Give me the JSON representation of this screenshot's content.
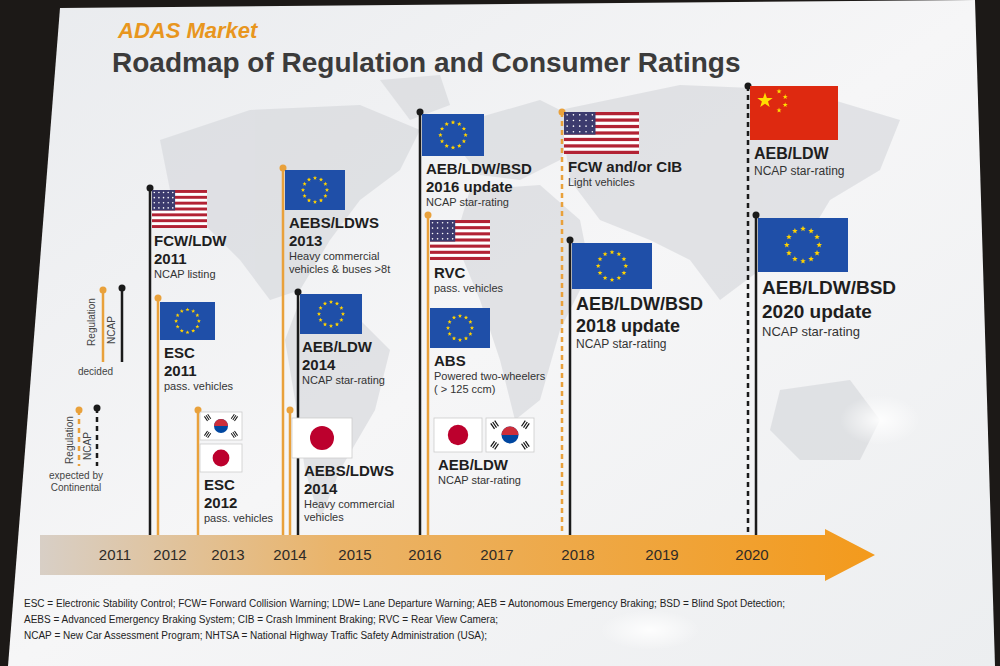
{
  "diagram": {
    "title": "Roadmap of Regulation and Consumer Ratings",
    "nodes": [
      {
        "text": [
          "2011",
          "2012",
          "2013",
          "2014",
          "2015",
          "2016",
          "2017",
          "2018",
          "2019",
          "2020"
        ]
      }
    ],
    "labels": [
      "ADAS Market",
      "FCW/LDW",
      "2011",
      "NCAP listing",
      "ESC",
      "2011",
      "pass. vehicles",
      "ESC",
      "2012",
      "pass. vehicles",
      "AEBS/LDWS",
      "2013",
      "Heavy commercial vehicles & buses >8t",
      "AEB/LDW",
      "2014",
      "NCAP star-rating",
      "AEBS/LDWS",
      "2014",
      "Heavy commercial vehicles",
      "AEB/LDW/BSD",
      "2016 update",
      "NCAP star-rating",
      "RVC",
      "pass. vehicles",
      "ABS",
      "Powered two-wheelers",
      "( > 125 ccm)",
      "AEB/LDW",
      "NCAP star-rating",
      "FCW and/or CIB",
      "Light vehicles",
      "AEB/LDW/BSD",
      "2018 update",
      "NCAP star-rating",
      "AEB/LDW",
      "NCAP star-rating",
      "AEB/LDW/BSD",
      "2020 update",
      "NCAP star-rating",
      "ESC = Electronic Stability Control; FCW= Forward Collision Warning; LDW= Lane Departure Warning; AEB = Autonomous Emergency Braking; BSD = Blind Spot Detection;",
      "AEBS = Advanced Emergency Braking System; CIB = Crash Imminent Braking; RVC = Rear View Camera;",
      "NCAP = New Car Assessment Program; NHTSA = National Highway Traffic Safety Administration (USA);"
    ],
    "legend": [
      {
        "text": "Regulation"
      },
      {
        "text": "NCAP"
      },
      {
        "text": "decided"
      },
      {
        "text": "Regulation"
      },
      {
        "text": "NCAP"
      },
      {
        "text": "expected by Continental"
      }
    ]
  }
}
